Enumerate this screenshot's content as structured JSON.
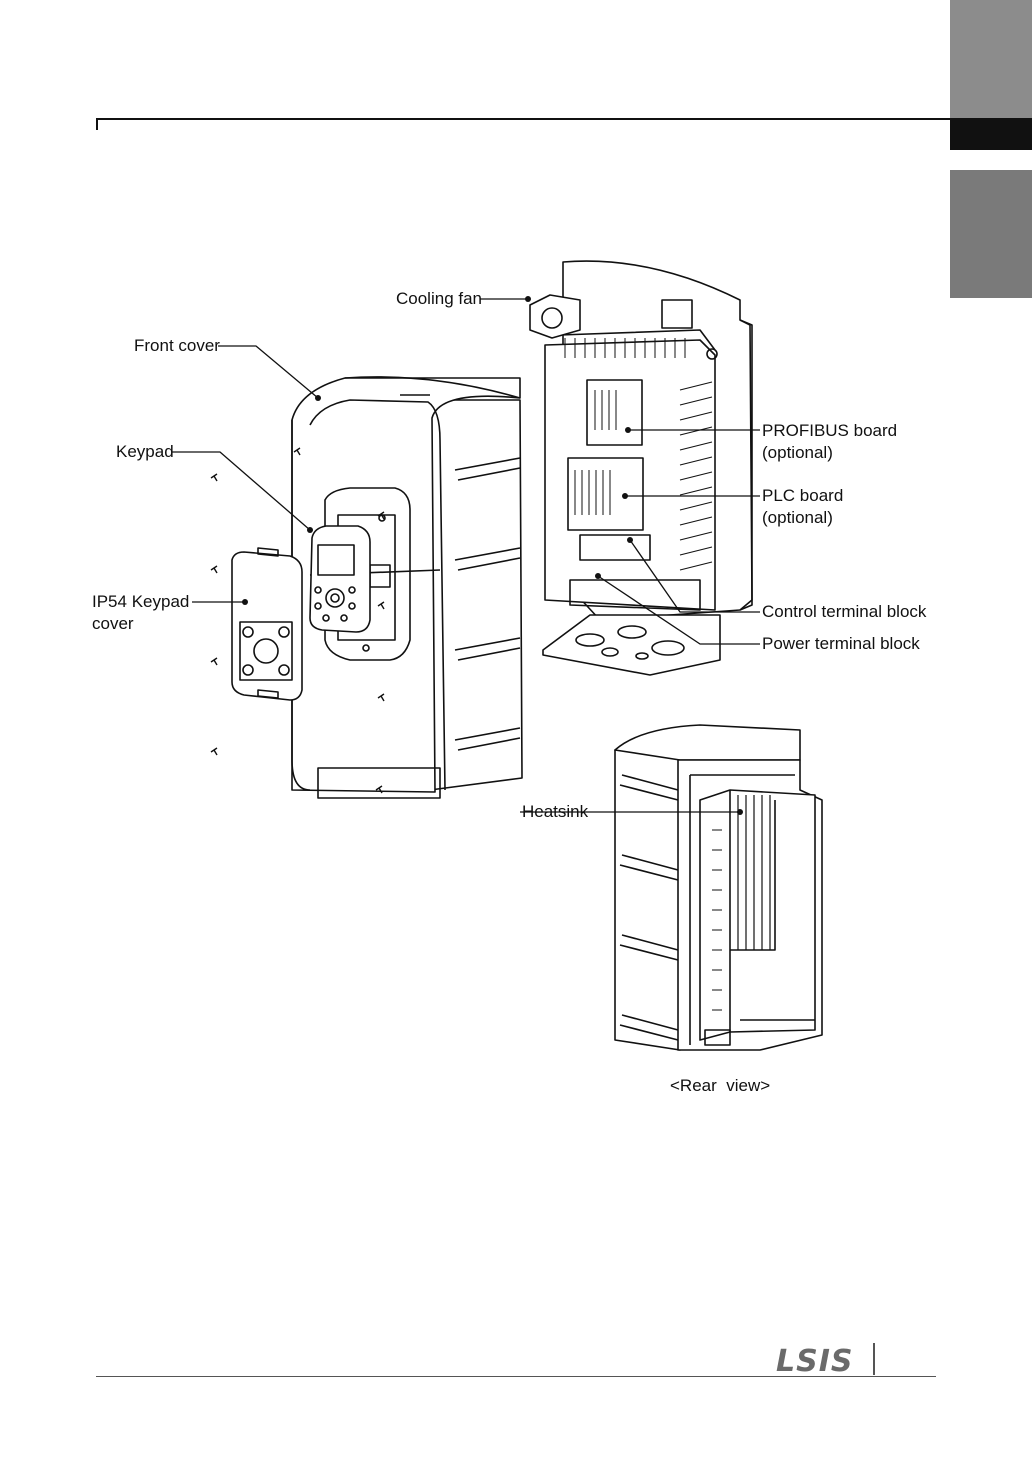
{
  "labels": {
    "cooling_fan": "Cooling fan",
    "front_cover": "Front cover",
    "keypad": "Keypad",
    "ip54_line1": "IP54 Keypad",
    "ip54_line2": "cover",
    "profibus_line1": "PROFIBUS board",
    "profibus_line2": "(optional)",
    "plc_line1": "PLC board",
    "plc_line2": "(optional)",
    "control_terminal": "Control terminal block",
    "power_terminal": "Power terminal block",
    "heatsink": "Heatsink",
    "rear_view": "<Rear  view>"
  },
  "footer": {
    "logo": "LSIS"
  }
}
